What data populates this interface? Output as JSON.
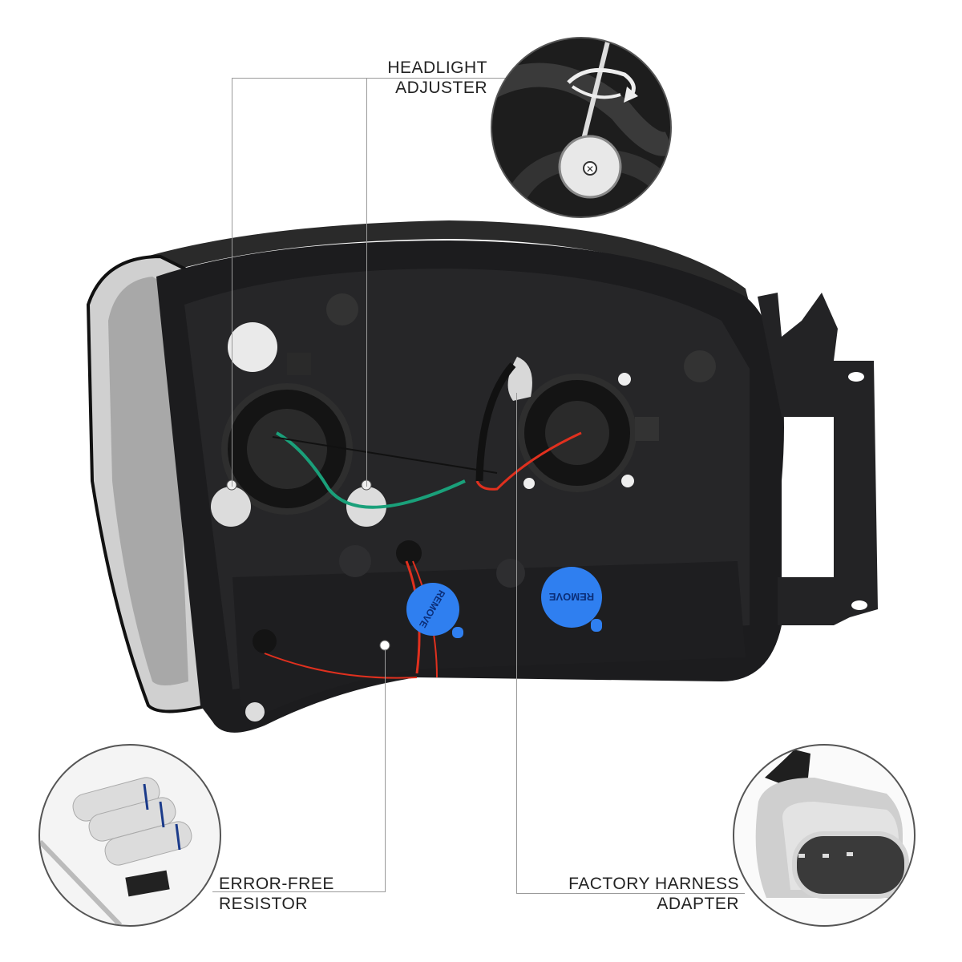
{
  "product": {
    "subject": "Headlight assembly rear view",
    "colors": {
      "housing": "#1c1c1e",
      "chrome_edge": "#c8c8c8",
      "remove_cap": "#2f7ff0",
      "wire_green": "#1aa07a",
      "wire_red": "#e0301e",
      "leader_line": "#9a9a9a",
      "label_text": "#222222"
    },
    "caps": [
      {
        "text": "REMOVE"
      },
      {
        "text": "REMOVE"
      }
    ]
  },
  "callouts": {
    "headlight_adjuster": {
      "line1": "HEADLIGHT",
      "line2": "ADJUSTER",
      "icon": "rotate-arrow-icon"
    },
    "error_free_resistor": {
      "line1": "ERROR-FREE",
      "line2": "RESISTOR"
    },
    "factory_harness_adapter": {
      "line1": "FACTORY HARNESS",
      "line2": "ADAPTER"
    }
  }
}
